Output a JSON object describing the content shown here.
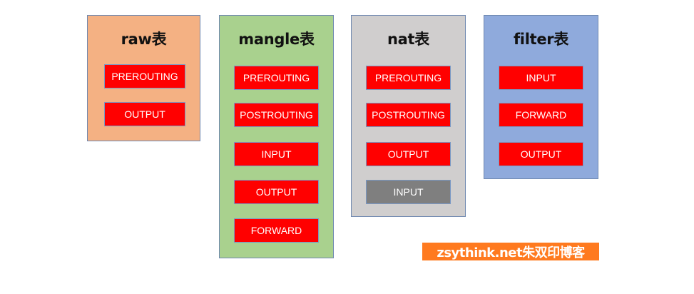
{
  "colors": {
    "raw": "#f4b183",
    "mangle": "#a9d18e",
    "nat": "#d0cece",
    "filter": "#8faadc",
    "chain_active": "#ff0000",
    "chain_inactive": "#7f7f7f",
    "watermark_bg": "#ff7a1f"
  },
  "tables": [
    {
      "title": "raw表",
      "chains": [
        {
          "label": "PREROUTING",
          "state": "active"
        },
        {
          "label": "OUTPUT",
          "state": "active"
        }
      ]
    },
    {
      "title": "mangle表",
      "chains": [
        {
          "label": "PREROUTING",
          "state": "active"
        },
        {
          "label": "POSTROUTING",
          "state": "active"
        },
        {
          "label": "INPUT",
          "state": "active"
        },
        {
          "label": "OUTPUT",
          "state": "active"
        },
        {
          "label": "FORWARD",
          "state": "active"
        }
      ]
    },
    {
      "title": "nat表",
      "chains": [
        {
          "label": "PREROUTING",
          "state": "active"
        },
        {
          "label": "POSTROUTING",
          "state": "active"
        },
        {
          "label": "OUTPUT",
          "state": "active"
        },
        {
          "label": "INPUT",
          "state": "inactive"
        }
      ]
    },
    {
      "title": "filter表",
      "chains": [
        {
          "label": "INPUT",
          "state": "active"
        },
        {
          "label": "FORWARD",
          "state": "active"
        },
        {
          "label": "OUTPUT",
          "state": "active"
        }
      ]
    }
  ],
  "watermark": {
    "text": "zsythink.net朱双印博客"
  }
}
